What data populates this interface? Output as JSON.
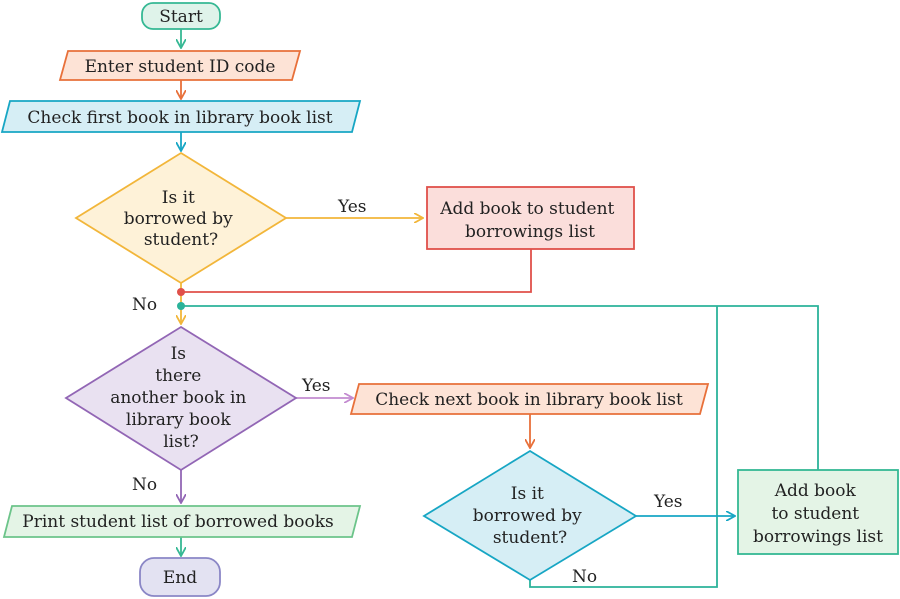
{
  "nodes": {
    "start": "Start",
    "enter_id": "Enter student ID code",
    "check_first": "Check first book in library book list",
    "decision1": [
      "Is it",
      "borrowed by",
      "student?"
    ],
    "add1": [
      "Add book to student",
      "borrowings list"
    ],
    "decision2": [
      "Is",
      "there",
      "another book in",
      "library book",
      "list?"
    ],
    "check_next": "Check next book in library book list",
    "decision3": [
      "Is it",
      "borrowed by",
      "student?"
    ],
    "add2": [
      "Add book",
      "to student",
      "borrowings list"
    ],
    "print": "Print student list of borrowed books",
    "end": "End"
  },
  "labels": {
    "yes": "Yes",
    "no": "No"
  },
  "colors": {
    "green": "#35b894",
    "green_fill": "#dff3ea",
    "orange": "#e8703a",
    "orange_fill": "#fde3d6",
    "blue": "#17a6c4",
    "blue_fill": "#d6eef5",
    "yellow": "#f2b63a",
    "yellow_fill": "#fef2d8",
    "red": "#e0504a",
    "red_fill": "#fbdedb",
    "purple": "#9266b5",
    "purple_fill": "#e9e1f1",
    "lavender": "#8a86c6",
    "lavender_fill": "#e3e2f2",
    "lightgreen": "#6cc48a",
    "lightgreen_fill": "#e4f4e6",
    "teal": "#2bb39a"
  }
}
